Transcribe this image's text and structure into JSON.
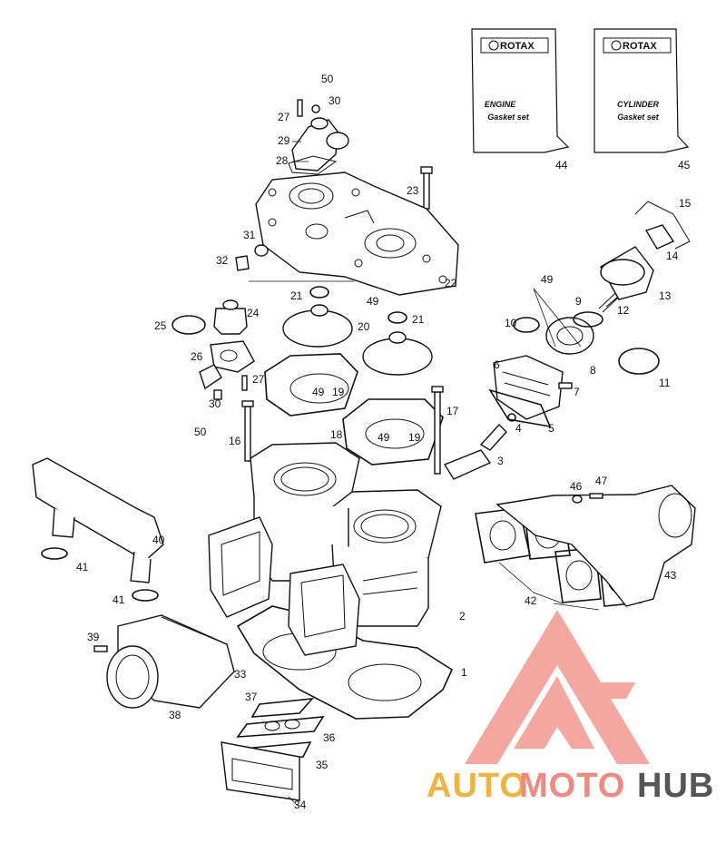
{
  "booklets": {
    "engine": {
      "brand": "ROTAX",
      "line1": "ENGINE",
      "line2": "Gasket set",
      "number": "44"
    },
    "cylinder": {
      "brand": "ROTAX",
      "line1": "CYLINDER",
      "line2": "Gasket set",
      "number": "45"
    }
  },
  "callouts": {
    "n1": "1",
    "n2": "2",
    "n3": "3",
    "n4": "4",
    "n5": "5",
    "n6": "6",
    "n7": "7",
    "n8": "8",
    "n9": "9",
    "n10": "10",
    "n11": "11",
    "n12": "12",
    "n13": "13",
    "n14": "14",
    "n15": "15",
    "n16": "16",
    "n17": "17",
    "n18": "18",
    "n19a": "19",
    "n19b": "19",
    "n20": "20",
    "n21a": "21",
    "n21b": "21",
    "n22": "22",
    "n23": "23",
    "n24": "24",
    "n25": "25",
    "n26": "26",
    "n27a": "27",
    "n27b": "27",
    "n28": "28",
    "n29": "29",
    "n30a": "30",
    "n30b": "30",
    "n31": "31",
    "n32": "32",
    "n33": "33",
    "n34": "34",
    "n35": "35",
    "n36": "36",
    "n37": "37",
    "n38": "38",
    "n39": "39",
    "n40": "40",
    "n41a": "41",
    "n41b": "41",
    "n42": "42",
    "n43": "43",
    "n46": "46",
    "n47": "47",
    "n49a": "49",
    "n49b": "49",
    "n49c": "49",
    "n49d": "49",
    "n50a": "50",
    "n50b": "50"
  },
  "watermark": {
    "part1": "AUTO",
    "part2": "MOTO",
    "part3": "HUB",
    "colors": {
      "gold": "#f2b33d",
      "salmon": "#f08a7e",
      "gray": "#555555"
    }
  }
}
